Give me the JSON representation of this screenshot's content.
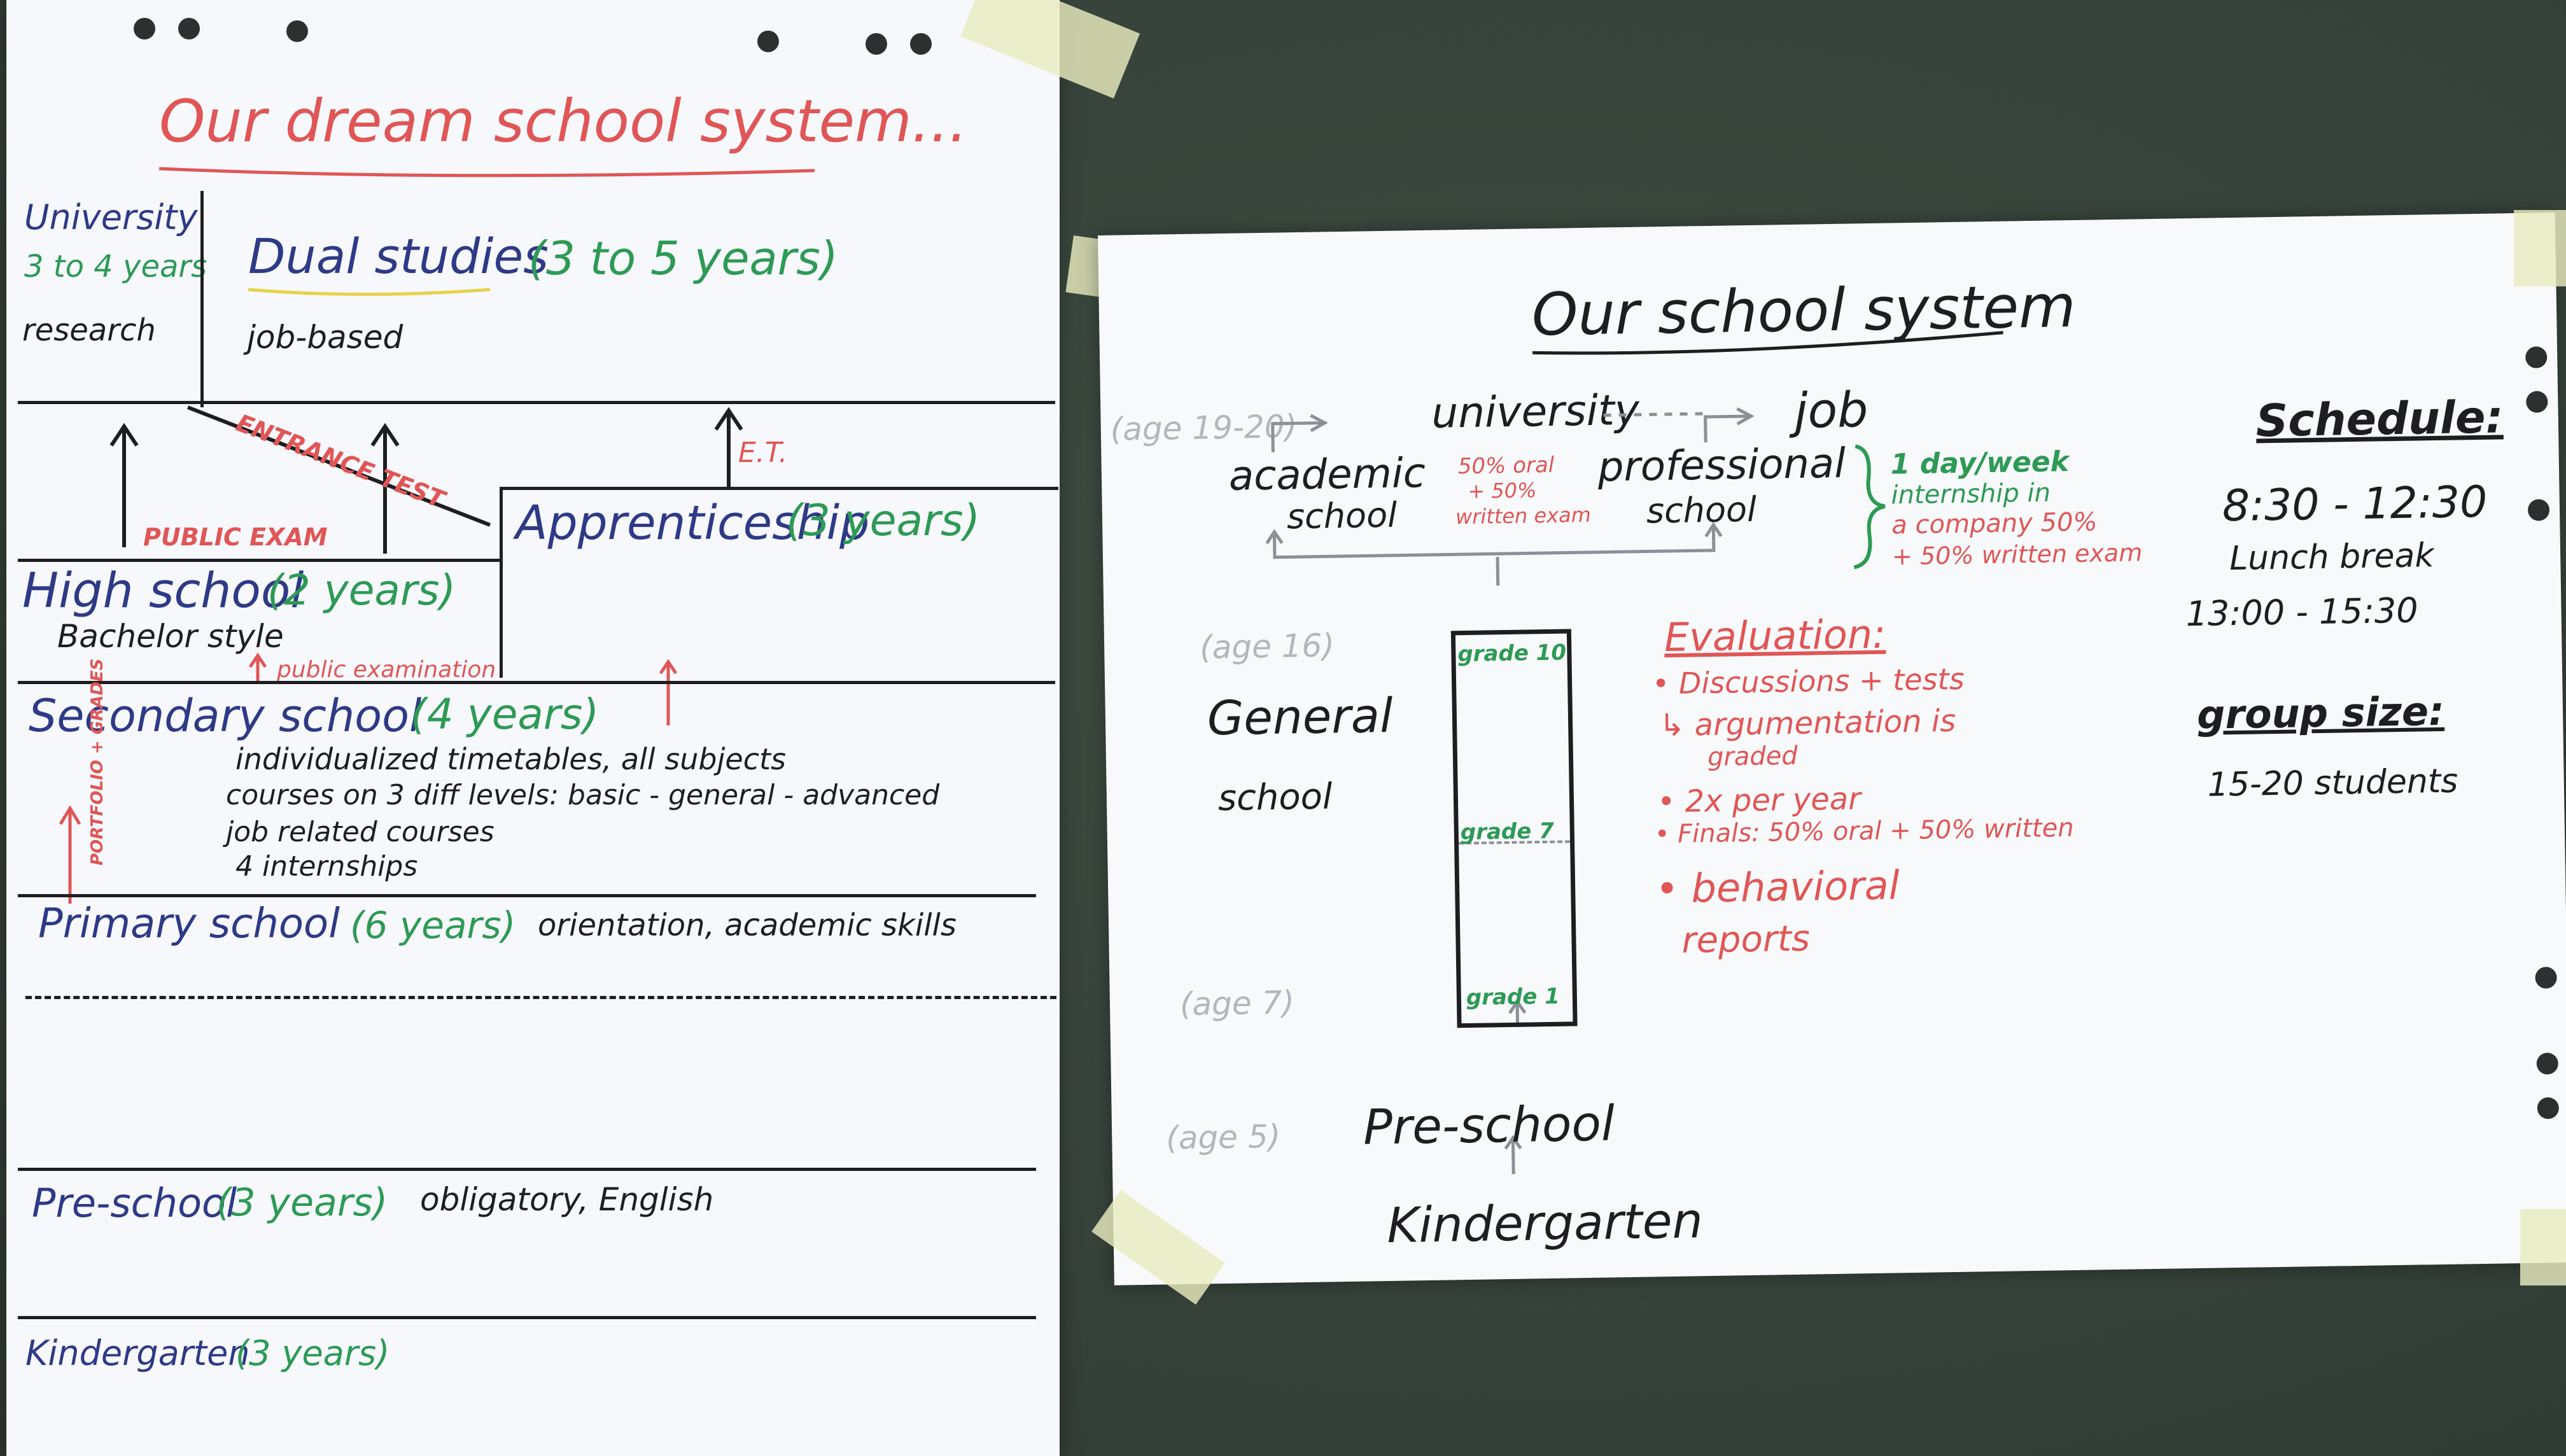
{
  "left_poster": {
    "title": "Our dream school system...",
    "university": {
      "label": "University",
      "duration": "3 to 4 years",
      "note": "research"
    },
    "dual_studies": {
      "label": "Dual studies",
      "duration": "(3 to 5 years)",
      "note": "job-based"
    },
    "arrows": {
      "entrance_test": "ENTRANCE TEST",
      "public_exam": "PUBLIC EXAM",
      "et": "E.T.",
      "public_examination": "public examination"
    },
    "high_school": {
      "label": "High school",
      "duration": "(2 years)",
      "note": "Bachelor style"
    },
    "apprenticeship": {
      "label": "Apprenticeship",
      "duration": "(3 years)"
    },
    "secondary_school": {
      "label": "Secondary school",
      "duration": "(4 years)",
      "side_note": "PORTFOLIO + GRADES",
      "details": [
        "individualized timetables, all subjects",
        "courses on 3 diff levels: basic - general - advanced",
        "job related courses",
        "4 internships"
      ]
    },
    "primary_school": {
      "label": "Primary school",
      "duration": "(6 years)",
      "note": "orientation, academic skills"
    },
    "pre_school": {
      "label": "Pre-school",
      "duration": "(3 years)",
      "note": "obligatory, English"
    },
    "kindergarten": {
      "label": "Kindergarten",
      "duration": "(3 years)"
    }
  },
  "right_poster": {
    "title": "Our school system",
    "ages": {
      "age_19_20": "(age 19-20)",
      "age_16": "(age 16)",
      "age_7": "(age 7)",
      "age_5": "(age 5)"
    },
    "university": "university",
    "job": "job",
    "academic_school": {
      "line1": "academic",
      "line2": "school"
    },
    "exam_split": {
      "line1": "50% oral",
      "line2": "+ 50%",
      "line3": "written exam"
    },
    "professional_school": {
      "line1": "professional",
      "line2": "school"
    },
    "internship": {
      "line1": "1 day/week",
      "line2": "internship in",
      "line3": "a company 50%",
      "line4": "+ 50% written exam"
    },
    "general_school": {
      "line1": "General",
      "line2": "school"
    },
    "grades": {
      "grade10": "grade 10",
      "grade7": "grade 7",
      "grade1": "grade 1"
    },
    "evaluation": {
      "title": "Evaluation:",
      "items": [
        "• Discussions + tests",
        "↳ argumentation is",
        "graded",
        "• 2x per year",
        "• Finals: 50% oral + 50% written",
        "• behavioral",
        "reports"
      ]
    },
    "pre_school": "Pre-school",
    "kindergarten": "Kindergarten",
    "schedule": {
      "title": "Schedule:",
      "morning": "8:30 - 12:30",
      "lunch": "Lunch break",
      "afternoon": "13:00 - 15:30"
    },
    "group_size": {
      "title": "group size:",
      "value": "15-20 students"
    }
  },
  "colors": {
    "navy": "#2e3a86",
    "green": "#2d9a55",
    "red": "#e05656",
    "black": "#1d1d22",
    "board": "#36423a"
  }
}
